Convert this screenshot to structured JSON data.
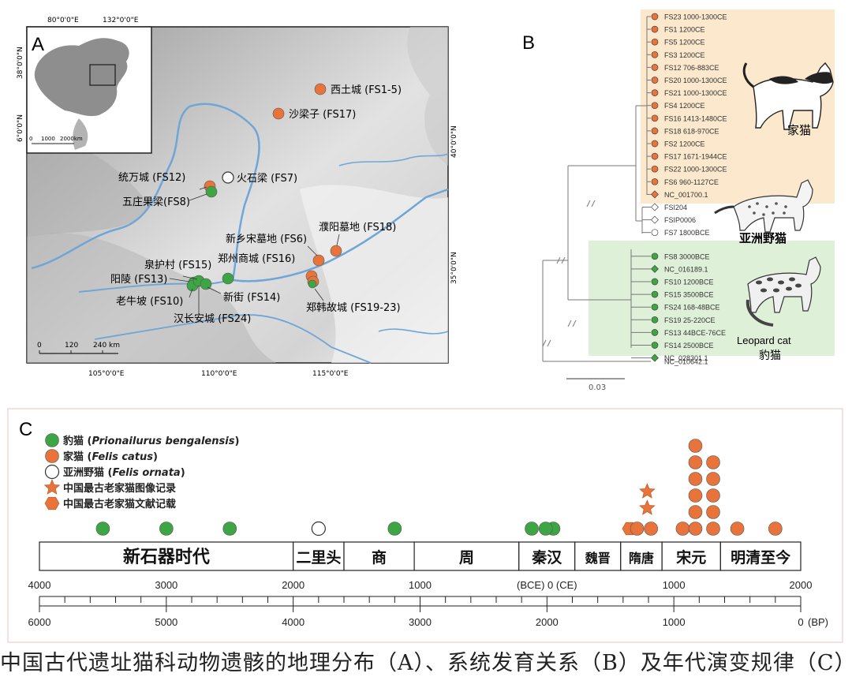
{
  "panelA": {
    "label": "A",
    "top_ticks": [
      "80°0'0\"E",
      "132°0'0\"E"
    ],
    "inset_ticks": [
      "38°0'0\"N",
      "6°0'0\"N"
    ],
    "inset_scale": [
      "0",
      "1000",
      "2000km"
    ],
    "bottom_ticks": [
      "105°0'0\"E",
      "110°0'0\"E",
      "115°0'0\"E"
    ],
    "right_ticks": [
      "40°0'0\"N",
      "35°0'0\"N"
    ],
    "scalebar": [
      "0",
      "120",
      "240 km"
    ],
    "sites": [
      {
        "label": "西土城 (FS1-5)",
        "type": "domestic"
      },
      {
        "label": "沙梁子 (FS17)",
        "type": "domestic"
      },
      {
        "label": "统万城 (FS12)",
        "type": "domestic"
      },
      {
        "label": "火石梁 (FS7)",
        "type": "asian"
      },
      {
        "label": "五庄果梁(FS8)",
        "type": "leopard"
      },
      {
        "label": "濮阳墓地 (FS18)",
        "type": "domestic"
      },
      {
        "label": "新乡宋墓地 (FS6)",
        "type": "domestic"
      },
      {
        "label": "郑州商城 (FS16)",
        "type": "domestic"
      },
      {
        "label": "泉护村 (FS15)",
        "type": "leopard"
      },
      {
        "label": "阳陵 (FS13)",
        "type": "leopard"
      },
      {
        "label": "新街 (FS14)",
        "type": "leopard"
      },
      {
        "label": "老牛坡 (FS10)",
        "type": "leopard"
      },
      {
        "label": "汉长安城 (FS24)",
        "type": "leopard"
      },
      {
        "label": "郑韩故城 (FS19-23)",
        "type": "domestic"
      }
    ]
  },
  "panelB": {
    "label": "B",
    "taxa": [
      {
        "label": "FS23 1000-1300CE",
        "marker": "domestic"
      },
      {
        "label": "FS1 1200CE",
        "marker": "domestic"
      },
      {
        "label": "FS5 1200CE",
        "marker": "domestic"
      },
      {
        "label": "FS3 1200CE",
        "marker": "domestic"
      },
      {
        "label": "FS12 706-883CE",
        "marker": "domestic"
      },
      {
        "label": "FS20 1000-1300CE",
        "marker": "domestic"
      },
      {
        "label": "FS21 1000-1300CE",
        "marker": "domestic"
      },
      {
        "label": "FS4 1200CE",
        "marker": "domestic"
      },
      {
        "label": "FS16 1413-1480CE",
        "marker": "domestic"
      },
      {
        "label": "FS18 618-970CE",
        "marker": "domestic"
      },
      {
        "label": "FS2 1200CE",
        "marker": "domestic"
      },
      {
        "label": "FS17 1671-1944CE",
        "marker": "domestic"
      },
      {
        "label": "FS22 1000-1300CE",
        "marker": "domestic"
      },
      {
        "label": "FS6 960-1127CE",
        "marker": "domestic"
      },
      {
        "label": "NC_001700.1",
        "marker": "domestic-ref"
      },
      {
        "label": "FSI204",
        "marker": "asian-ref"
      },
      {
        "label": "FSIP0006",
        "marker": "asian-ref"
      },
      {
        "label": "FS7 1800BCE",
        "marker": "asian"
      },
      {
        "label": "FS8 3000BCE",
        "marker": "leopard"
      },
      {
        "label": "NC_016189.1",
        "marker": "leopard-ref"
      },
      {
        "label": "FS10 1200BCE",
        "marker": "leopard"
      },
      {
        "label": "FS15 3500BCE",
        "marker": "leopard"
      },
      {
        "label": "FS24 168-48BCE",
        "marker": "leopard"
      },
      {
        "label": "FS19 25-220CE",
        "marker": "leopard"
      },
      {
        "label": "FS13 44BCE-76CE",
        "marker": "leopard"
      },
      {
        "label": "FS14 2500BCE",
        "marker": "leopard"
      },
      {
        "label": "NC_028301.1",
        "marker": "leopard-ref"
      },
      {
        "label": "NC_010642.1",
        "marker": "none"
      }
    ],
    "group_domestic": "家猫",
    "group_asian": "亚洲野猫",
    "group_leopard_en": "Leopard cat",
    "group_leopard_cn": "豹猫",
    "scale_value": "0.03"
  },
  "panelC": {
    "label": "C",
    "legend": [
      {
        "cn": "豹猫 (",
        "latin": "Prionailurus bengalensis",
        "close": ")",
        "marker": "leopard"
      },
      {
        "cn": "家猫 (",
        "latin": "Felis catus",
        "close": ")",
        "marker": "domestic"
      },
      {
        "cn": "亚洲野猫 (",
        "latin": "Felis ornata",
        "close": ")",
        "marker": "asian"
      },
      {
        "cn": "中国最古老家猫图像记录",
        "latin": "",
        "close": "",
        "marker": "star"
      },
      {
        "cn": "中国最古老家猫文献记载",
        "latin": "",
        "close": "",
        "marker": "hexagon"
      }
    ],
    "periods": [
      {
        "label": "新石器时代",
        "start": 4000,
        "end": 2000
      },
      {
        "label": "二里头",
        "start": 2000,
        "end": 1600
      },
      {
        "label": "商",
        "start": 1600,
        "end": 1046
      },
      {
        "label": "周",
        "start": 1046,
        "end": 221
      },
      {
        "label": "秦汉",
        "start": 221,
        "end": -220
      },
      {
        "label": "魏晋",
        "start": -220,
        "end": -581
      },
      {
        "label": "隋唐",
        "start": -581,
        "end": -907
      },
      {
        "label": "宋元",
        "start": -907,
        "end": -1368
      },
      {
        "label": "明清至今",
        "start": -1368,
        "end": -2000
      }
    ],
    "upper_ticks": [
      {
        "value": 4000,
        "label": "4000"
      },
      {
        "value": 3000,
        "label": "3000"
      },
      {
        "value": 2000,
        "label": "2000"
      },
      {
        "value": 1000,
        "label": "1000"
      },
      {
        "value": 0,
        "label": "(BCE) 0 (CE)"
      },
      {
        "value": -1000,
        "label": "1000"
      },
      {
        "value": -2000,
        "label": "2000"
      }
    ],
    "lower_ticks": [
      "6000",
      "5000",
      "4000",
      "3000",
      "2000",
      "1000",
      "0"
    ],
    "lower_unit": "(BP)",
    "markers": [
      {
        "year": 3500,
        "type": "leopard",
        "count": 1
      },
      {
        "year": 3000,
        "type": "leopard",
        "count": 1
      },
      {
        "year": 2500,
        "type": "leopard",
        "count": 1
      },
      {
        "year": 1800,
        "type": "asian",
        "count": 1
      },
      {
        "year": 1200,
        "type": "leopard",
        "count": 1
      },
      {
        "year": -50,
        "type": "leopard",
        "count": 1
      },
      {
        "year": 10,
        "type": "leopard",
        "count": 1
      },
      {
        "year": 120,
        "type": "leopard",
        "count": 1
      },
      {
        "year": -650,
        "type": "hexagon",
        "count": 1
      },
      {
        "year": -710,
        "type": "domestic",
        "count": 1
      },
      {
        "year": -820,
        "type": "domestic",
        "count": 1
      },
      {
        "year": -790,
        "type": "star",
        "count": 2
      },
      {
        "year": -1070,
        "type": "domestic",
        "count": 1
      },
      {
        "year": -1170,
        "type": "domestic",
        "count": 6
      },
      {
        "year": -1310,
        "type": "domestic",
        "count": 5
      },
      {
        "year": -1500,
        "type": "domestic",
        "count": 1
      },
      {
        "year": -1800,
        "type": "domestic",
        "count": 1
      }
    ]
  },
  "colors": {
    "domestic": "#e8743b",
    "leopard": "#3da544",
    "asian": "#ffffff",
    "domestic_band": "#fbe8cd",
    "leopard_band": "#dff0d8",
    "river": "#6fa6d6"
  },
  "caption": "中国古代遗址猫科动物遗骸的地理分布（A）、系统发育关系（B）及年代演变规律（C）"
}
